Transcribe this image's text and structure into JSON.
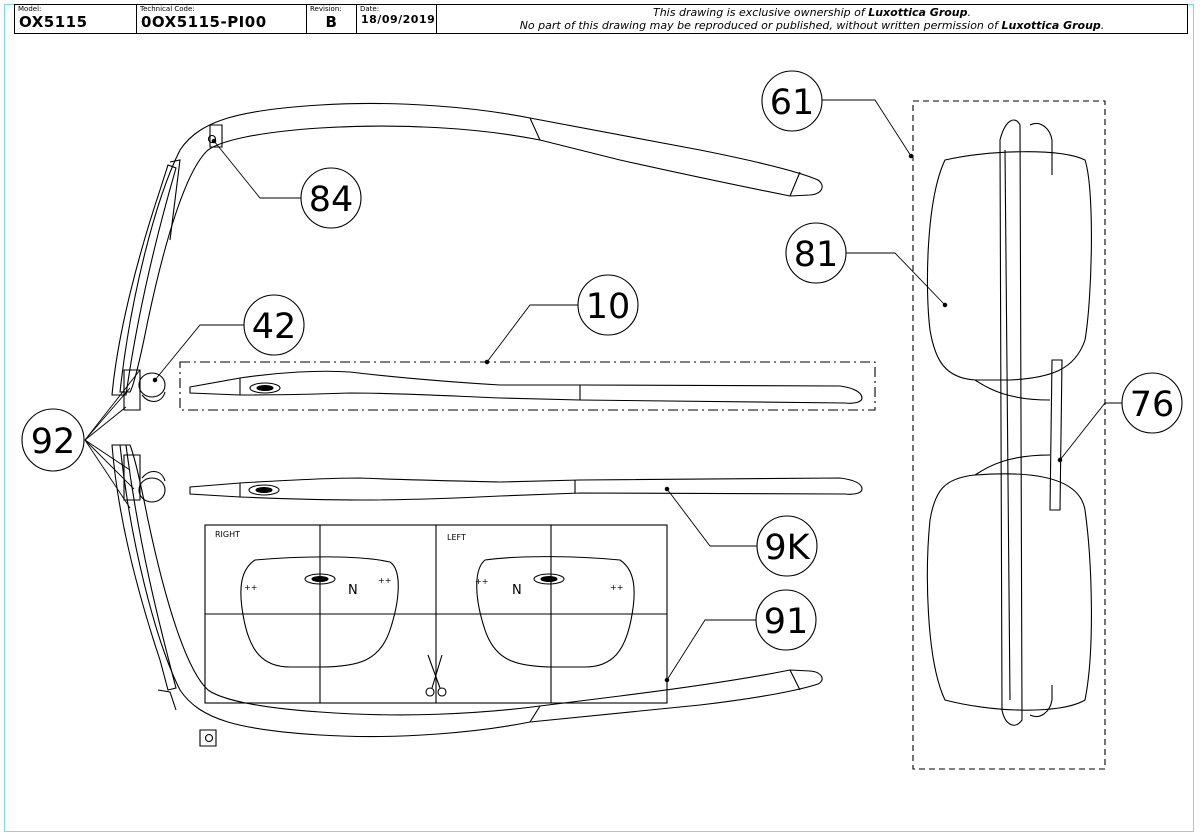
{
  "title_block": {
    "model_caption": "Model:",
    "model_value": "OX5115",
    "tech_caption": "Technical Code:",
    "tech_value": "0OX5115-PI00",
    "rev_caption": "Revision:",
    "rev_value": "B",
    "date_caption": "Date:",
    "date_value": "18/09/2019",
    "notice_line1_a": "This drawing is exclusive ownership of ",
    "notice_line1_brand": "Luxottica Group",
    "notice_line1_b": ".",
    "notice_line2_a": "No part of this drawing may be reproduced or published, without written permission of ",
    "notice_line2_brand": "Luxottica Group",
    "notice_line2_b": "."
  },
  "callouts": {
    "c61": "61",
    "c84": "84",
    "c81": "81",
    "c10": "10",
    "c42": "42",
    "c76": "76",
    "c92": "92",
    "c9k": "9K",
    "c91": "91"
  },
  "lens_panel": {
    "right_label": "RIGHT",
    "left_label": "LEFT",
    "right_mark_left": "++",
    "right_mark_right": "++",
    "right_n": "N",
    "left_mark_left": "++",
    "left_mark_right": "++",
    "left_n": "N"
  }
}
